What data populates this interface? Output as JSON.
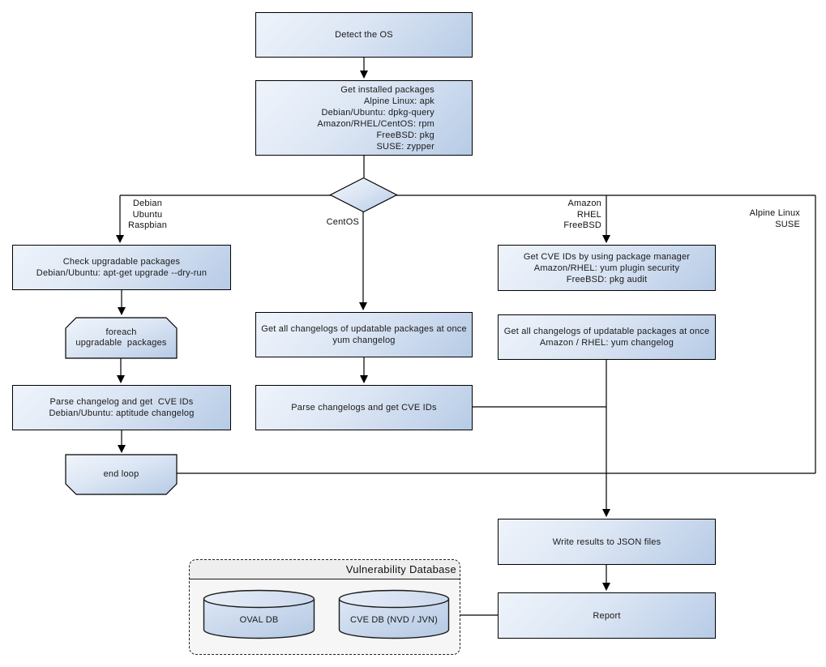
{
  "diagram": {
    "nodes": {
      "detect_os": {
        "label": "Detect the OS"
      },
      "get_installed_packages": {
        "label": "Get installed packages\nAlpine Linux: apk\nDebian/Ubuntu: dpkg-query\nAmazon/RHEL/CentOS: rpm\nFreeBSD: pkg\nSUSE: zypper"
      },
      "check_upgradable": {
        "label": "Check upgradable packages\nDebian/Ubuntu: apt-get upgrade --dry-run"
      },
      "foreach_loop": {
        "label": "foreach\nupgradable  packages"
      },
      "parse_changelog_debian": {
        "label": "Parse changelog and get  CVE IDs\nDebian/Ubuntu: aptitude changelog"
      },
      "end_loop": {
        "label": "end loop"
      },
      "get_changelogs_yum": {
        "label": "Get all changelogs of updatable packages at once\nyum changelog"
      },
      "parse_changelogs": {
        "label": "Parse changelogs and get CVE IDs"
      },
      "get_cve_ids_pkg_manager": {
        "label": "Get CVE IDs by using package manager\nAmazon/RHEL: yum plugin security\nFreeBSD: pkg audit"
      },
      "get_changelogs_amazon": {
        "label": "Get all changelogs of updatable packages at once\nAmazon / RHEL: yum changelog"
      },
      "write_results": {
        "label": "Write results to JSON files"
      },
      "report": {
        "label": "Report"
      }
    },
    "branch_labels": {
      "debian": "Debian\nUbuntu\nRaspbian",
      "centos": "CentOS",
      "amazon": "Amazon\nRHEL\nFreeBSD",
      "alpine": "Alpine Linux\nSUSE"
    },
    "database": {
      "title": "Vulnerability Database",
      "oval_db": "OVAL DB",
      "cve_db": "CVE DB (NVD / JVN)"
    },
    "colors": {
      "node_gradient_start": "#eff4fb",
      "node_gradient_end": "#b7cbe6",
      "node_border": "#000000",
      "text": "#1a1a1a",
      "db_panel_bg": "#f6f6f6",
      "db_header_bg": "#eeeeee",
      "connector": "#000000"
    }
  }
}
